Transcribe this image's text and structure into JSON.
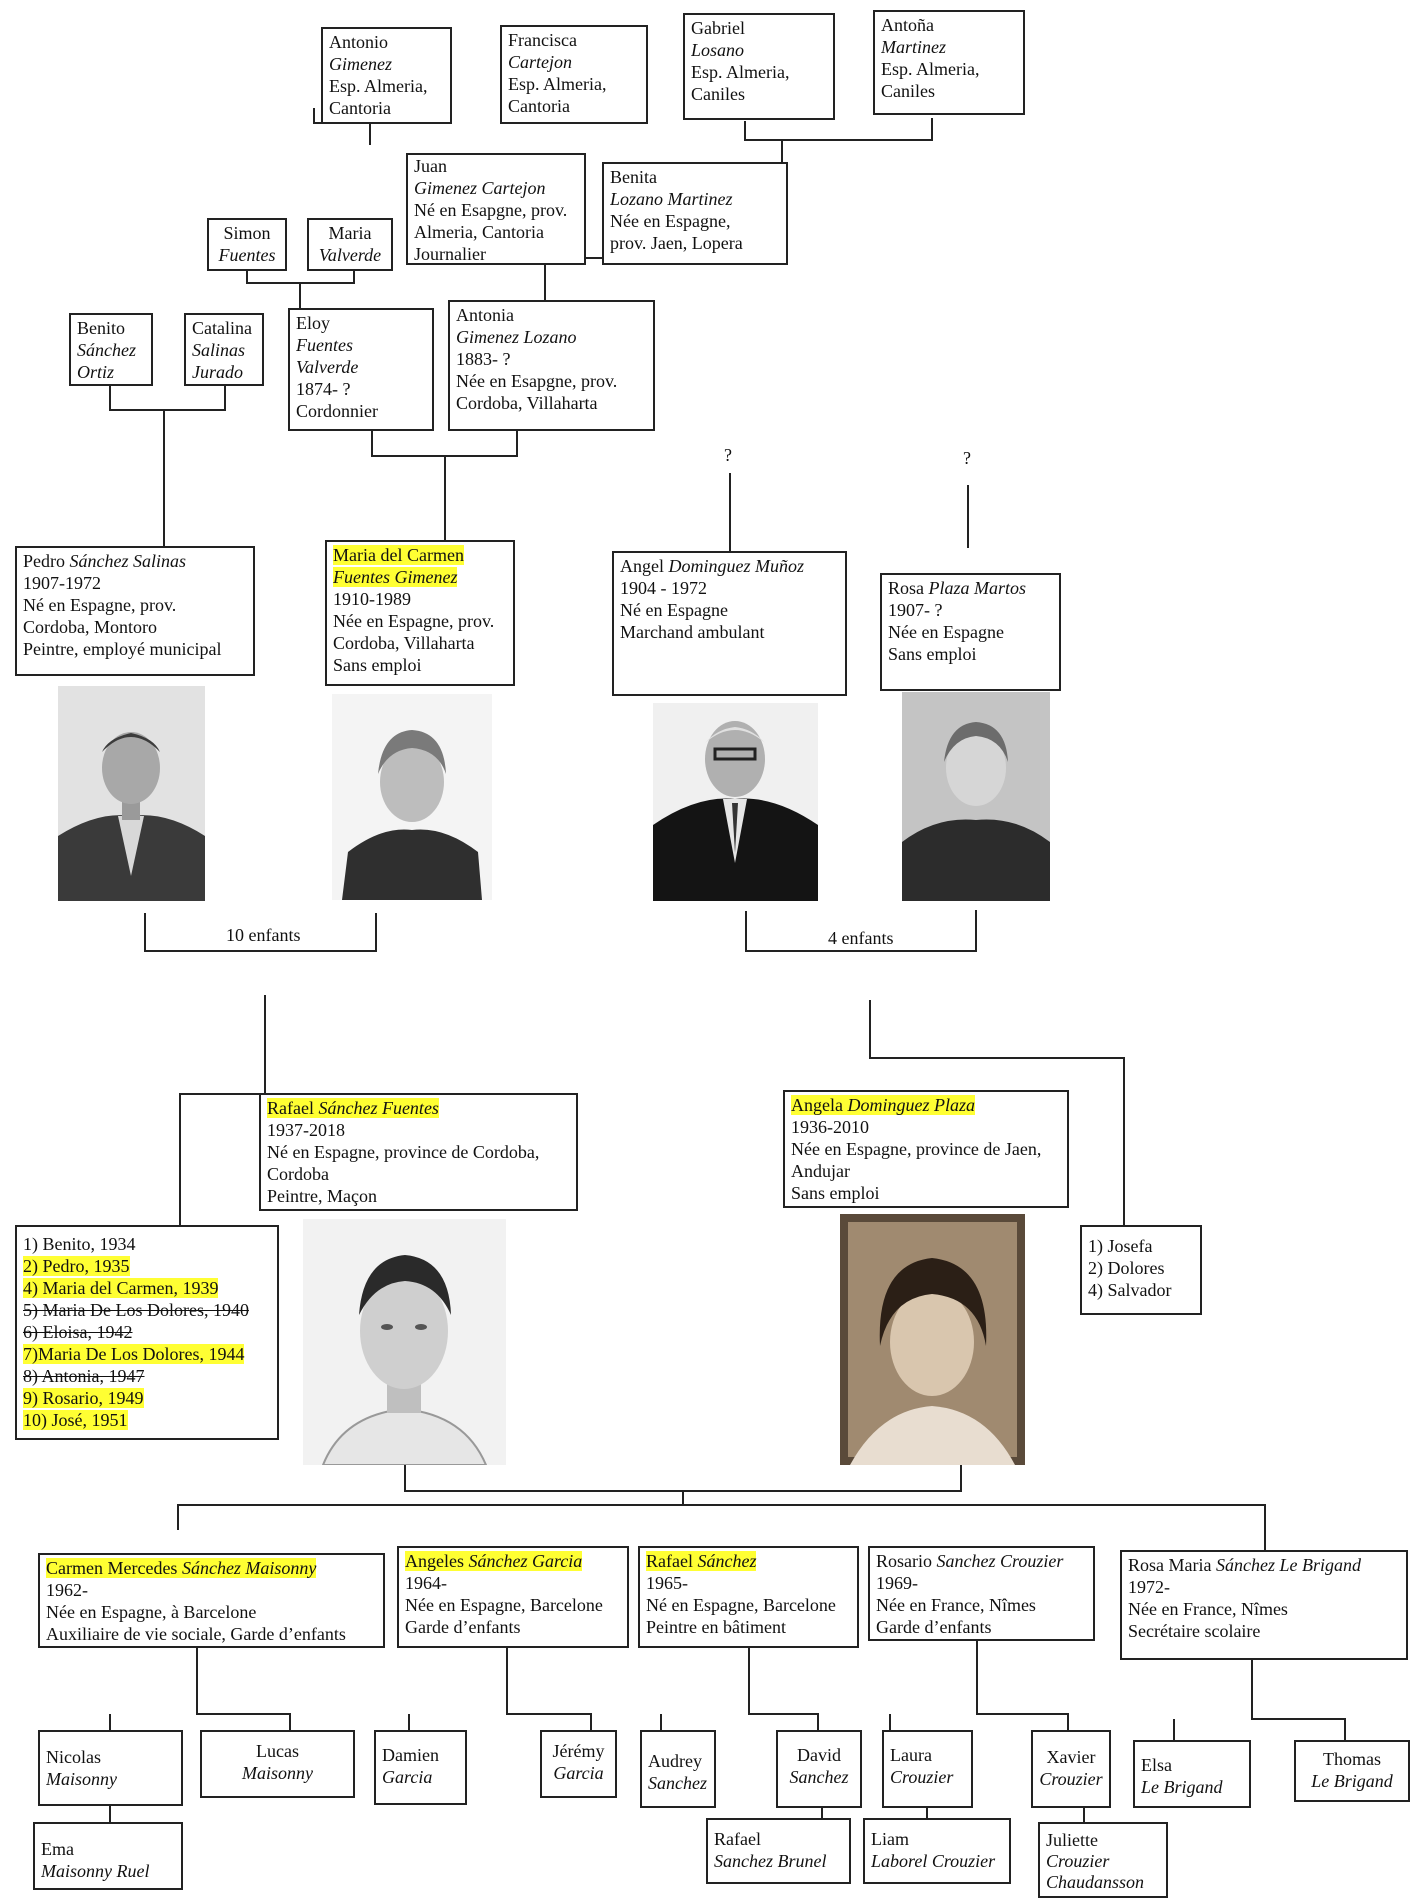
{
  "persons": {
    "antonio": [
      "Antonio",
      "Gimenez",
      "Esp. Almeria,",
      "Cantoria"
    ],
    "francisca": [
      "Francisca",
      "Cartejon",
      "Esp. Almeria,",
      "Cantoria"
    ],
    "gabriel": [
      "Gabriel",
      "Losano",
      "Esp. Almeria,",
      "Caniles"
    ],
    "antona": [
      "Antoña",
      "Martinez",
      "Esp. Almeria,",
      "Caniles"
    ],
    "juan": [
      "Juan",
      "Gimenez Cartejon",
      "Né en Esapgne, prov.",
      "Almeria, Cantoria",
      "Journalier"
    ],
    "benita": [
      "Benita",
      "Lozano Martinez",
      "Née en Espagne,",
      "prov. Jaen, Lopera"
    ],
    "simon": [
      "Simon",
      "Fuentes"
    ],
    "maria_v": [
      "Maria",
      "Valverde"
    ],
    "benito": [
      "Benito",
      "Sánchez",
      "Ortiz"
    ],
    "catalina": [
      "Catalina",
      "Salinas",
      "Jurado"
    ],
    "eloy": [
      "Eloy",
      "Fuentes",
      "Valverde",
      "1874- ?",
      "Cordonnier"
    ],
    "antonia": [
      "Antonia",
      "Gimenez Lozano",
      "1883- ?",
      "Née en Esapgne, prov.",
      "Cordoba, Villaharta"
    ],
    "pedro": [
      "Pedro ",
      "Sánchez Salinas",
      "1907-1972",
      "Né en Espagne, prov.",
      "Cordoba, Montoro",
      "Peintre, employé municipal"
    ],
    "maria_carmen": [
      "Maria del Carmen",
      "Fuentes Gimenez",
      "1910-1989",
      "Née en Espagne, prov.",
      "Cordoba, Villaharta",
      "Sans emploi"
    ],
    "angel": [
      "Angel ",
      "Dominguez Muñoz",
      "1904 - 1972",
      "Né en Espagne",
      "Marchand ambulant"
    ],
    "rosa": [
      "Rosa ",
      "Plaza Martos",
      "1907- ?",
      "Née en Espagne",
      "Sans emploi"
    ],
    "rafael": [
      "Rafael ",
      "Sánchez Fuentes",
      "1937-2018",
      "Né en Espagne, province de Cordoba,",
      "Cordoba",
      "Peintre, Maçon"
    ],
    "angela": [
      "Angela ",
      "Dominguez Plaza",
      "1936-2010",
      "Née en Espagne, province de Jaen,",
      "Andujar",
      "Sans emploi"
    ],
    "carmen_m": [
      "Carmen Mercedes ",
      "Sánchez Maisonny",
      "1962-",
      "Née en Espagne, à Barcelone",
      "Auxiliaire de vie sociale, Garde d’enfants"
    ],
    "angeles": [
      "Angeles ",
      "Sánchez Garcia",
      "1964-",
      "Née en Espagne, Barcelone",
      "Garde d’enfants"
    ],
    "rafael_s": [
      "Rafael ",
      "Sánchez",
      "1965-",
      "Né en Espagne, Barcelone",
      "Peintre en bâtiment"
    ],
    "rosario": [
      "Rosario ",
      "Sanchez Crouzier",
      "1969-",
      "Née en France, Nîmes",
      "Garde d’enfants"
    ],
    "rosa_maria": [
      "Rosa Maria ",
      "Sánchez Le Brigand",
      "1972-",
      "Née en France, Nîmes",
      "Secrétaire scolaire"
    ],
    "nicolas": [
      "Nicolas",
      "Maisonny"
    ],
    "lucas": [
      "Lucas",
      "Maisonny"
    ],
    "ema": [
      "Ema",
      "Maisonny Ruel"
    ],
    "damien": [
      "Damien",
      "Garcia"
    ],
    "jeremy": [
      "Jérémy",
      "Garcia"
    ],
    "audrey": [
      "Audrey",
      "Sanchez"
    ],
    "david": [
      "David",
      "Sanchez"
    ],
    "rafael_b": [
      "Rafael",
      "Sanchez Brunel"
    ],
    "laura": [
      "Laura",
      "Crouzier"
    ],
    "liam": [
      "Liam",
      "Laborel Crouzier"
    ],
    "xavier": [
      "Xavier",
      "Crouzier"
    ],
    "juliette": [
      "Juliette",
      "Crouzier",
      "Chaudansson"
    ],
    "elsa": [
      "Elsa",
      "Le Brigand"
    ],
    "thomas": [
      "Thomas",
      "Le Brigand"
    ]
  },
  "siblings_left": [
    "1) Benito, 1934",
    "2) Pedro, 1935",
    "4) Maria del Carmen, 1939",
    "5) Maria De Los Dolores, 1940",
    "6) Eloisa, 1942",
    "7)Maria De Los Dolores, 1944",
    "8) Antonia, 1947",
    "9) Rosario, 1949",
    "10) José, 1951"
  ],
  "siblings_right": [
    "1) Josefa",
    "2) Dolores",
    "4) Salvador"
  ],
  "notes": {
    "left_children": "10 enfants",
    "right_children": "4 enfants",
    "unknown": "?"
  }
}
